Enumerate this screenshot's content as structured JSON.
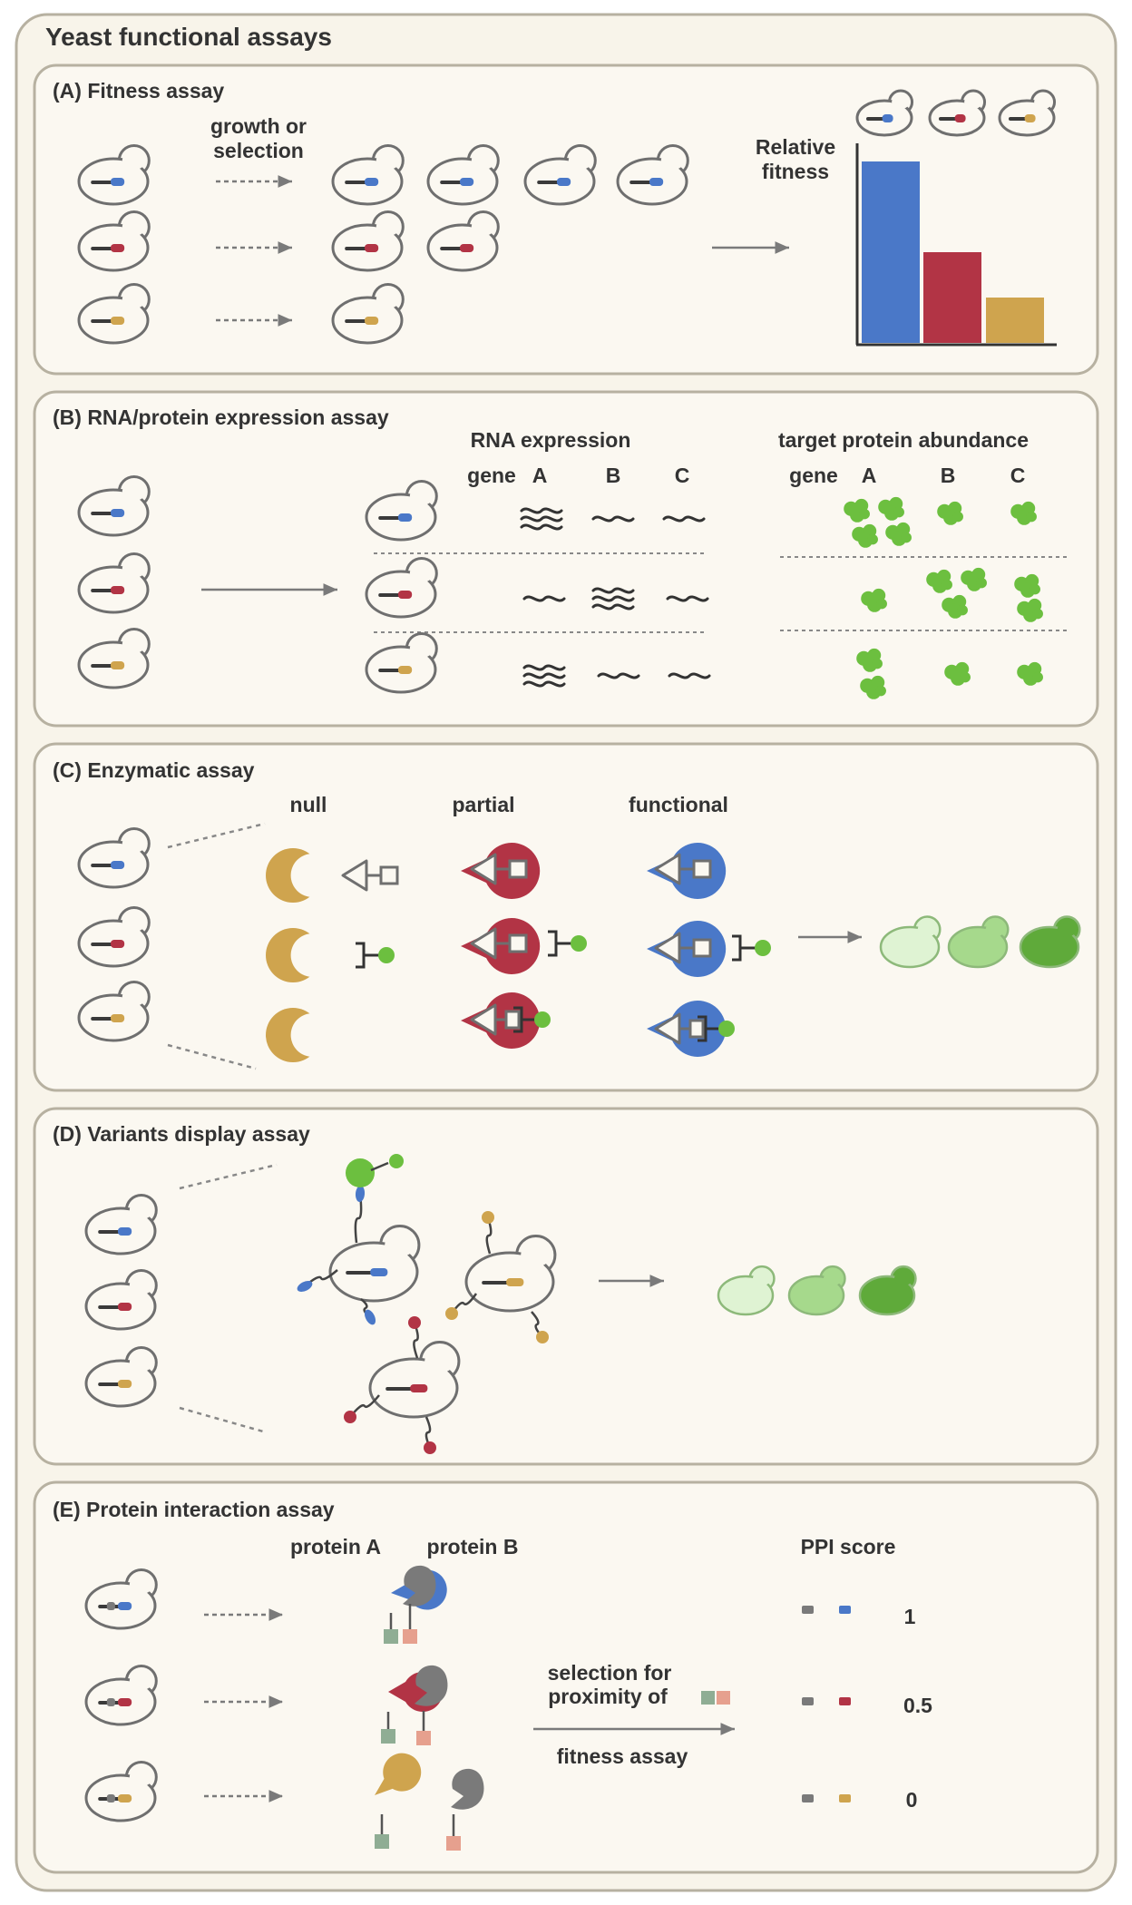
{
  "title": "Yeast functional assays",
  "colors": {
    "blue": "#4a78c8",
    "red": "#b23445",
    "gold": "#cfa44e",
    "green": "#6cbf3f",
    "gray": "#7a7a7a",
    "panel_bg": "#fbf8f1",
    "outer_bg": "#f8f4ea",
    "border": "#b7b1a1",
    "tag_green": "#8fad94",
    "tag_pink": "#e6a08e",
    "cell_light": "#dff3d3",
    "cell_mid": "#a6d98c",
    "cell_dark": "#5faa3a"
  },
  "panels": {
    "a": {
      "title": "(A) Fitness assay",
      "growth_line1": "growth or",
      "growth_line2": "selection",
      "fitness_line1": "Relative",
      "fitness_line2": "fitness"
    },
    "b": {
      "title": "(B) RNA/protein expression assay",
      "rna_title": "RNA expression",
      "protein_title": "target protein abundance",
      "gene_label": "gene",
      "gene_a": "A",
      "gene_b": "B",
      "gene_c": "C"
    },
    "c": {
      "title": "(C) Enzymatic assay",
      "null_label": "null",
      "partial_label": "partial",
      "functional_label": "functional"
    },
    "d": {
      "title": "(D) Variants display assay"
    },
    "e": {
      "title": "(E) Protein interaction assay",
      "protein_a": "protein A",
      "protein_b": "protein B",
      "ppi_title": "PPI score",
      "selection_line1": "selection for",
      "selection_line2": "proximity of",
      "fitness_assay": "fitness assay",
      "score_1": "1",
      "score_2": "0.5",
      "score_3": "0"
    }
  },
  "chart_data": {
    "type": "bar",
    "categories": [
      "blue variant",
      "red variant",
      "gold variant"
    ],
    "values": [
      1.0,
      0.5,
      0.25
    ],
    "ylim": [
      0,
      1.1
    ],
    "ylabel": "Relative fitness"
  }
}
